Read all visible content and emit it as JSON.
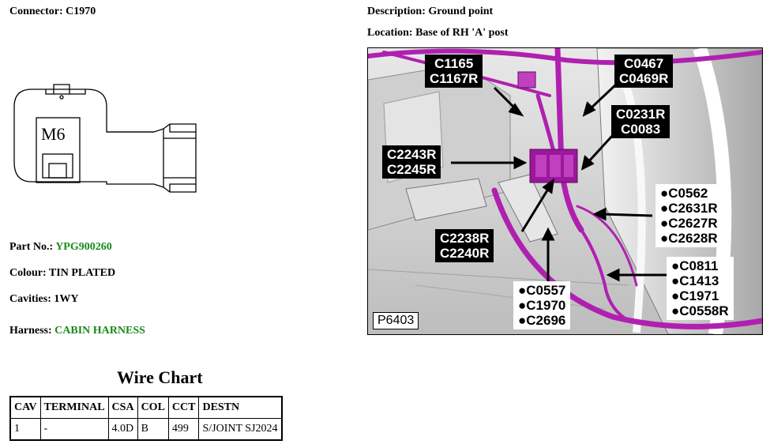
{
  "connector": {
    "label": "Connector:",
    "value": "C1970"
  },
  "description": {
    "label": "Description:",
    "value": "Ground point"
  },
  "location": {
    "label": "Location:",
    "value": "Base of RH 'A' post"
  },
  "connector_face": {
    "marking": "M6"
  },
  "part_no": {
    "label": "Part No.:",
    "value": "YPG900260"
  },
  "colour": {
    "label": "Colour:",
    "value": "TIN PLATED"
  },
  "cavities": {
    "label": "Cavities:",
    "value": "1WY"
  },
  "harness": {
    "label": "Harness:",
    "value": "CABIN HARNESS"
  },
  "wire_chart": {
    "title": "Wire Chart",
    "headers": [
      "CAV",
      "TERMINAL",
      "CSA",
      "COL",
      "CCT",
      "DESTN"
    ],
    "rows": [
      [
        "1",
        "-",
        "4.0D",
        "B",
        "499",
        "S/JOINT SJ2024"
      ]
    ]
  },
  "diagram": {
    "ref": "P6403",
    "callouts": {
      "c1": [
        "C1165",
        "C1167R"
      ],
      "c2": [
        "C0467",
        "C0469R"
      ],
      "c3": [
        "C0231R",
        "C0083"
      ],
      "c4": [
        "C2243R",
        "C2245R"
      ],
      "c5": [
        "C2238R",
        "C2240R"
      ],
      "c6": [
        "●C0562",
        "●C2631R",
        "●C2627R",
        "●C2628R"
      ],
      "c7": [
        "●C0811",
        "●C1413",
        "●C1971",
        "●C0558R"
      ],
      "c8": [
        "●C0557",
        "●C1970",
        "●C2696"
      ]
    },
    "colors": {
      "harness": "#b020b0",
      "body": "#d8d8d8",
      "label_bg": "#000000"
    }
  }
}
